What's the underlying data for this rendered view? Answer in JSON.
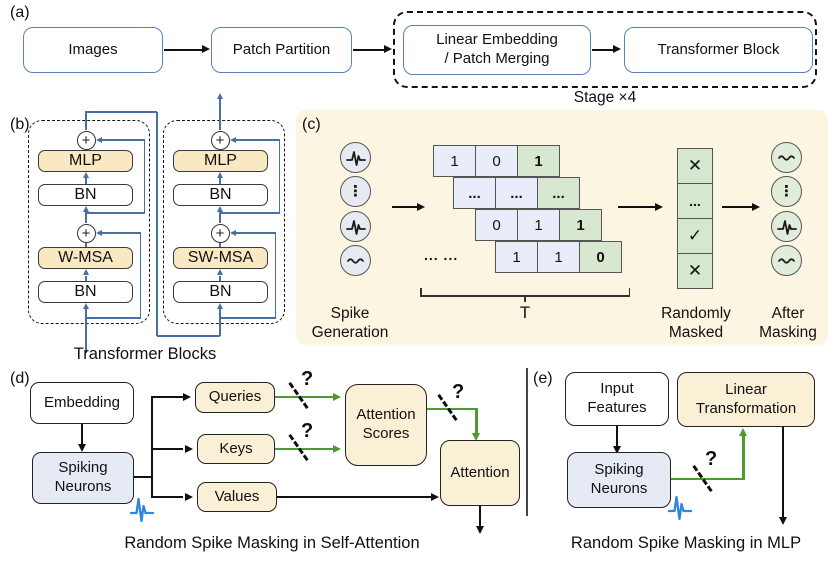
{
  "colors": {
    "panel_bg": "#fbf5e2",
    "box_cream": "#faf0d5",
    "box_cream_b": "#f9e9c2",
    "box_blue_fill": "#e5eaf4",
    "border_blue": "#5b82b5",
    "arrow_blue": "#4a6fa5",
    "green_arrow": "#4e9a2e",
    "cell_blue": "#e9edf9",
    "cell_green": "#d8e8d0",
    "circle_gray": "#e8eaf1",
    "circle_green": "#e1eddb",
    "spike_blue": "#2e86e3"
  },
  "a": {
    "label": "(a)",
    "images": "Images",
    "patch_partition": "Patch Partition",
    "linear_embedding": "Linear Embedding\n/ Patch Merging",
    "transformer_block": "Transformer Block",
    "stage": "Stage ×4"
  },
  "b": {
    "label": "(b)",
    "plus": "+",
    "left_mlp": "MLP",
    "left_bn_top": "BN",
    "left_msa": "W-MSA",
    "left_bn_bottom": "BN",
    "right_mlp": "MLP",
    "right_bn_top": "BN",
    "right_msa": "SW-MSA",
    "right_bn_bottom": "BN",
    "caption": "Transformer Blocks"
  },
  "c": {
    "label": "(c)",
    "spike_generation": "Spike\nGeneration",
    "t_label": "T",
    "prefix_dots": "... ...",
    "dots_icon": "⋮",
    "matrix": {
      "rows": [
        {
          "cells": [
            "1",
            "0",
            "1"
          ]
        },
        {
          "cells": [
            "...",
            "...",
            "..."
          ]
        },
        {
          "cells": [
            "0",
            "1",
            "1"
          ]
        },
        {
          "cells": [
            "1",
            "1",
            "0"
          ]
        }
      ]
    },
    "mask_column": [
      "✕",
      "...",
      "✓",
      "✕"
    ],
    "randomly_masked": "Randomly\nMasked",
    "after_masking": "After\nMasking"
  },
  "d": {
    "label": "(d)",
    "embedding": "Embedding",
    "spiking_neurons": "Spiking\nNeurons",
    "queries": "Queries",
    "keys": "Keys",
    "values": "Values",
    "attention_scores": "Attention\nScores",
    "attention": "Attention",
    "question_mark": "?",
    "caption": "Random Spike Masking in Self-Attention"
  },
  "e": {
    "label": "(e)",
    "input_features": "Input\nFeatures",
    "linear_transformation": "Linear\nTransformation",
    "spiking_neurons": "Spiking\nNeurons",
    "question_mark": "?",
    "caption": "Random Spike Masking in MLP"
  }
}
